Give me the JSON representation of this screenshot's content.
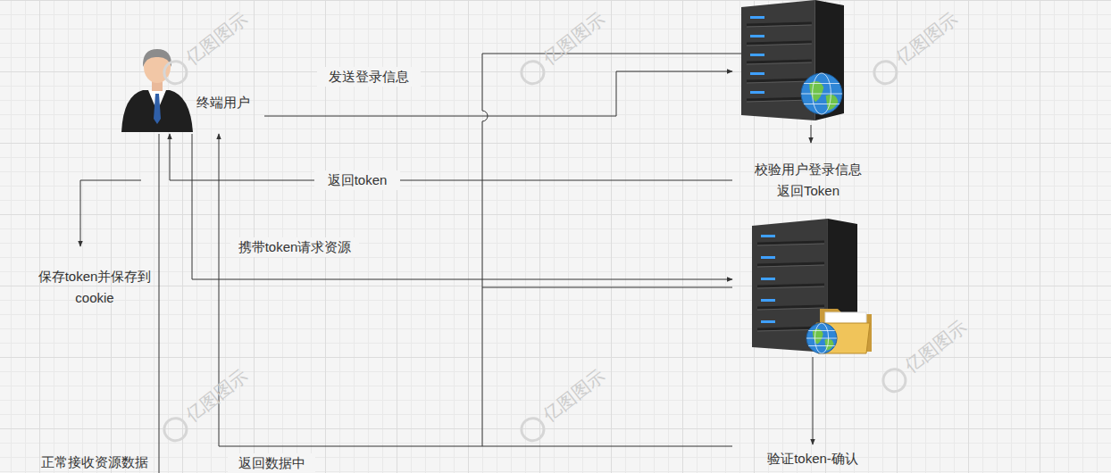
{
  "diagram": {
    "nodes": [
      {
        "text": [
          "终端用户"
        ]
      },
      {
        "text": [
          "校验用户登录信息 返回Token"
        ]
      },
      {
        "text": [
          "验证token-确认"
        ]
      }
    ],
    "edges": [
      {
        "from": 0,
        "to": 1,
        "label": "发送登录信息",
        "arrow": "to"
      },
      {
        "from": 1,
        "to": 0,
        "label": "返回token",
        "arrow": "to"
      },
      {
        "from": 0,
        "to": 2,
        "label": "携带token请求资源",
        "arrow": "to"
      },
      {
        "from": 2,
        "to": 0,
        "label": "返回数据中",
        "arrow": "to"
      }
    ],
    "labels": [
      "保存token并保存到cookie",
      "正常接收资源数据",
      "亿图图示",
      "亿图图示",
      "亿图图示",
      "亿图图示",
      "亿图图示",
      "亿图图示"
    ]
  }
}
